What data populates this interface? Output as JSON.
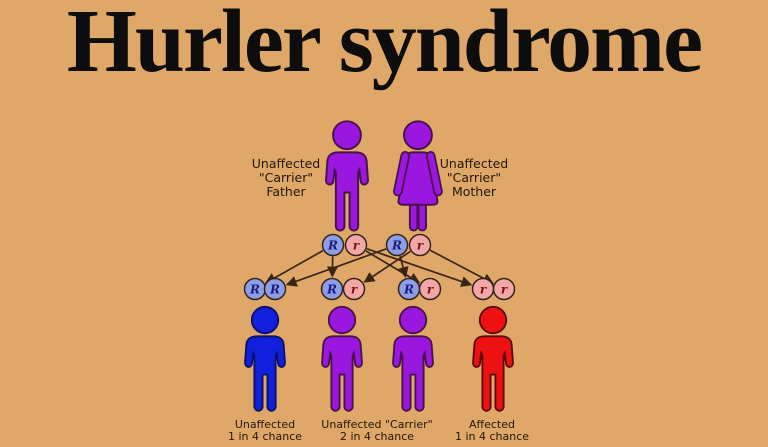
{
  "title": "Hurler syndrome",
  "colors": {
    "bg": "#dfa868",
    "title": "#0d0d0d",
    "label": "#231709",
    "purple": "#9a17e0",
    "purple_outline": "#471349",
    "blue": "#1120dd",
    "blue_outline": "#0a1166",
    "red": "#ee1111",
    "red_outline": "#5e0a0a",
    "allele_R_fill": "#8d9de6",
    "allele_r_fill": "#f2a6a6",
    "allele_stroke": "#33241c",
    "allele_R_text": "#1b1b7e",
    "allele_r_text": "#7c1212",
    "line": "#3b2616"
  },
  "parents": {
    "father": {
      "label_lines": [
        "Unaffected",
        "\"Carrier\"",
        "Father"
      ],
      "alleles": [
        "R",
        "r"
      ]
    },
    "mother": {
      "label_lines": [
        "Unaffected",
        "\"Carrier\"",
        "Mother"
      ],
      "alleles": [
        "R",
        "r"
      ]
    }
  },
  "children": [
    {
      "alleles": [
        "R",
        "R"
      ]
    },
    {
      "alleles": [
        "R",
        "r"
      ]
    },
    {
      "alleles": [
        "R",
        "r"
      ]
    },
    {
      "alleles": [
        "r",
        "r"
      ]
    }
  ],
  "outcome_labels": [
    {
      "line1": "Unaffected",
      "line2": "1 in 4 chance"
    },
    {
      "line1": "Unaffected \"Carrier\"",
      "line2": "2 in 4 chance"
    },
    {
      "line1": "Affected",
      "line2": "1 in 4 chance"
    }
  ]
}
